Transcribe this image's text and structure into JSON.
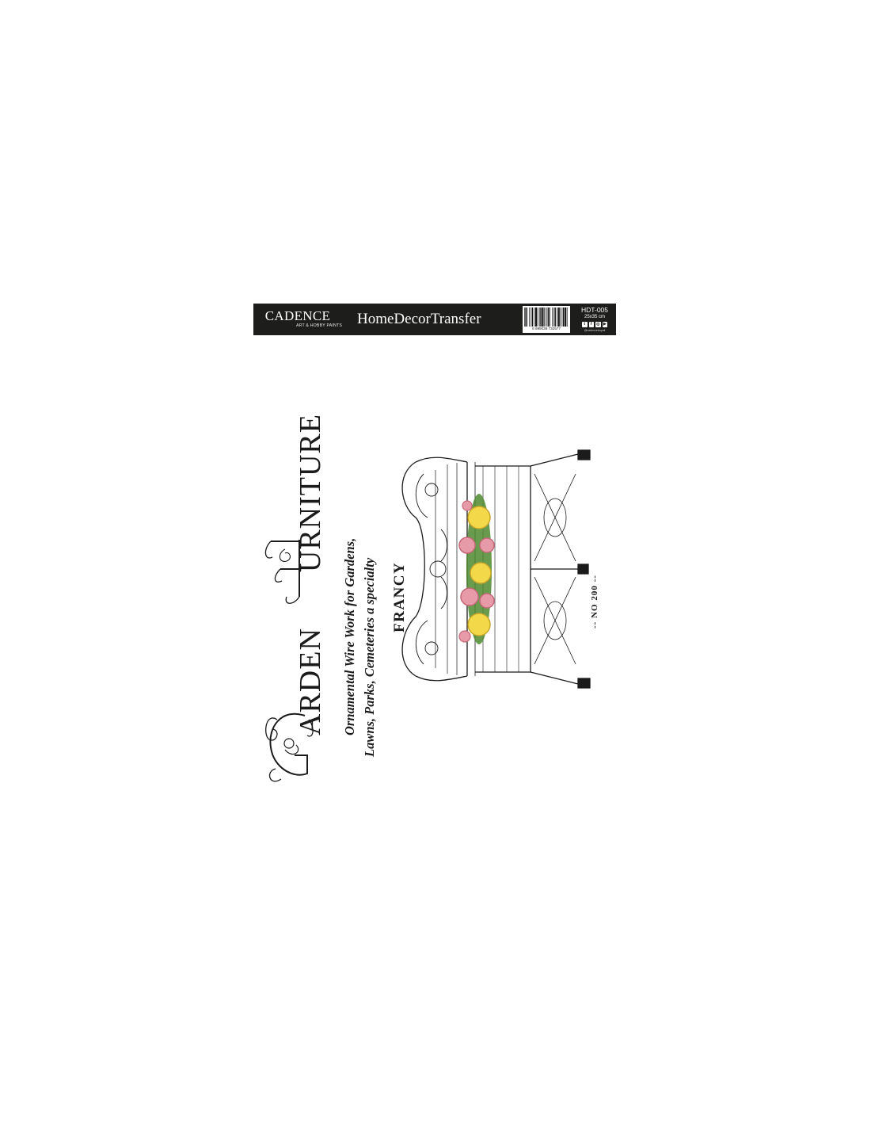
{
  "product_band": {
    "brand": "CADENCE",
    "brand_tagline": "ART & HOBBY PAINTS",
    "product_line": "HomeDecorTransfer",
    "barcode_number": "8 699036 732577",
    "product_code": "HDT-005",
    "size": "25x35 cm",
    "social_icons": [
      "twitter-icon",
      "facebook-icon",
      "instagram-icon",
      "youtube-icon"
    ],
    "social_handle": "@cadenceboyali",
    "background_color": "#1d1d1b"
  },
  "artwork": {
    "headline": "GARDEN FURNITURE",
    "headline_rest_1": "ARDEN",
    "headline_rest_2": "URNITURE",
    "tagline_line_1": "Ornamental Wire Work for Gardens,",
    "tagline_line_2": "Lawns, Parks, Cemeteries a specialty",
    "place": "FRANCY",
    "model_number": "-- NO 200 --",
    "ink_color": "#1b1b1b",
    "rose_colors": [
      "#f3d94a",
      "#e79aa8",
      "#4e8a2f"
    ]
  }
}
